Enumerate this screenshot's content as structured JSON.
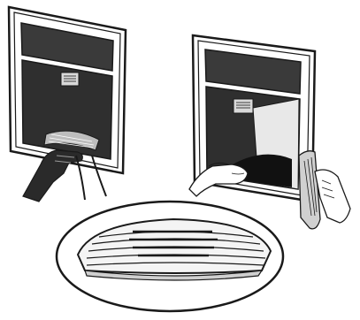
{
  "illustration": {
    "panels": [
      {
        "name": "left-panel",
        "step": "pull-grille-out"
      },
      {
        "name": "right-panel",
        "step": "wipe-inside-and-replace"
      }
    ],
    "magnified_part": "drip-tray-grille",
    "colors": {
      "ink": "#1a1a1a",
      "panel_dark": "#3a3a3a",
      "panel_light": "#e8e8e8",
      "paper": "#ffffff"
    }
  }
}
